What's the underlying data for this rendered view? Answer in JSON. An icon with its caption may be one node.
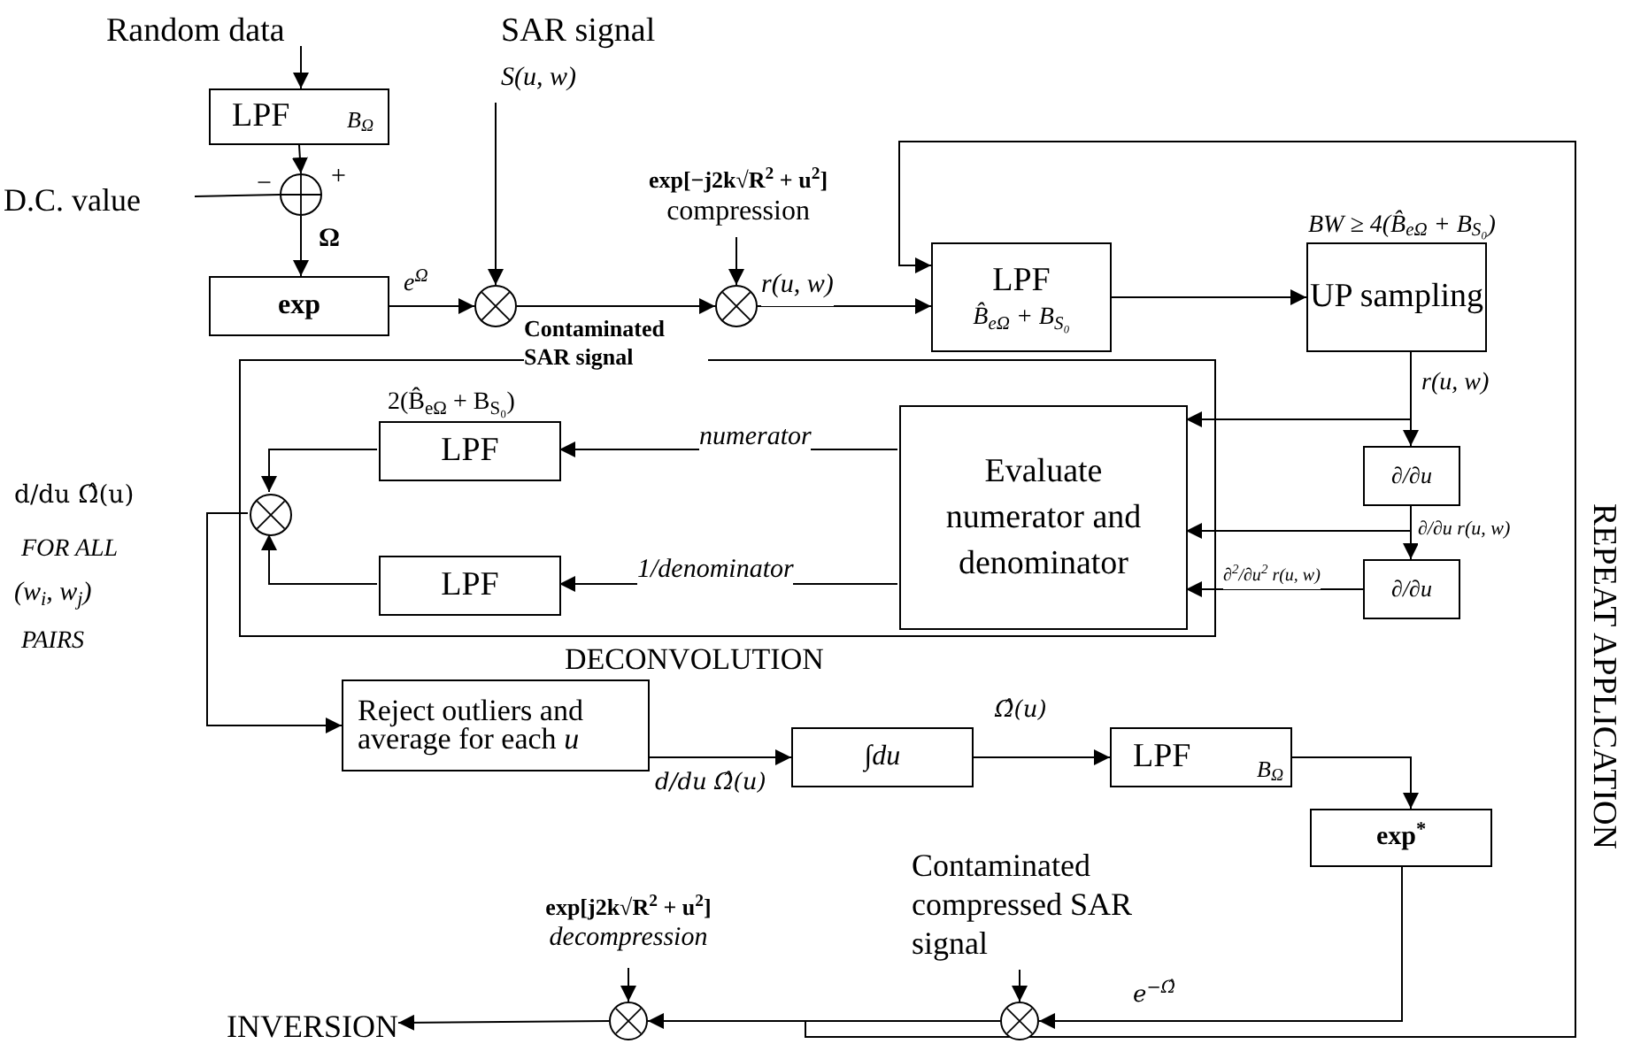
{
  "diagram": {
    "nodes": [
      {
        "text": [
          "Random data"
        ]
      },
      {
        "text": [
          "LPF",
          "B$_{Ω}$"
        ]
      },
      {
        "text": [],
        "shape": "circle",
        "beside": [
          "+",
          "−"
        ]
      },
      {
        "text": [
          "D.C. value"
        ]
      },
      {
        "text": [
          "exp"
        ]
      },
      {
        "text": [
          "SAR signal",
          "S(u, w)"
        ]
      },
      {
        "text": [],
        "shape": "circle"
      },
      {
        "text": [
          "exp[−j2k√R$^{2}$ + u$^{2}$]",
          "compression"
        ]
      },
      {
        "text": [],
        "shape": "circle"
      },
      {
        "text": [
          "LPF",
          "B̂$_{eΩ}$ + B$_{S₀}$"
        ]
      },
      {
        "text": [
          "UP sampling"
        ],
        "beside": [
          "BW ≥ 4(B̂$_{eΩ}$ + B$_{S₀}$)"
        ]
      },
      {
        "text": [
          "DECONVOLUTION"
        ]
      },
      {
        "text": [
          "LPF"
        ],
        "in": 11,
        "beside": [
          "2(B̂$_{eΩ}$ + B$_{S₀}$)"
        ]
      },
      {
        "text": [
          "LPF"
        ],
        "in": 11
      },
      {
        "text": [],
        "shape": "circle",
        "in": 11
      },
      {
        "text": [
          "Evaluate numerator and denominator"
        ],
        "in": 11
      },
      {
        "text": [
          "∂/∂u"
        ]
      },
      {
        "text": [
          "∂/∂u"
        ]
      },
      {
        "text": [
          "Reject outliers and average for each *u*"
        ]
      },
      {
        "text": [
          "∫du"
        ]
      },
      {
        "text": [
          "LPF",
          "B$_{Ω}$"
        ]
      },
      {
        "text": [
          "exp$^{*}$"
        ]
      },
      {
        "text": [
          "Contaminated compressed SAR signal"
        ]
      },
      {
        "text": [],
        "shape": "circle"
      },
      {
        "text": [
          "exp[j2k√R$^{2}$ + u$^{2}$]",
          "decompression"
        ]
      },
      {
        "text": [],
        "shape": "circle"
      },
      {
        "text": [
          "INVERSION"
        ]
      }
    ],
    "edges": [
      {
        "from": 0,
        "to": 1,
        "arrow": "to"
      },
      {
        "from": 1,
        "to": 2,
        "arrow": "to"
      },
      {
        "from": 3,
        "to": 2,
        "arrow": "none"
      },
      {
        "from": 2,
        "to": 4,
        "arrow": "to",
        "label": "Ω"
      },
      {
        "from": 4,
        "to": 6,
        "arrow": "to",
        "label": "e$^{Ω}$"
      },
      {
        "from": 5,
        "to": 6,
        "arrow": "to"
      },
      {
        "from": 6,
        "to": 8,
        "arrow": "to",
        "label": "Contaminated SAR signal"
      },
      {
        "from": 7,
        "to": 8,
        "arrow": "to"
      },
      {
        "from": 8,
        "to": 9,
        "arrow": "to",
        "label": "r(u, w)"
      },
      {
        "from": 23,
        "to": 9,
        "arrow": "to"
      },
      {
        "from": 9,
        "to": 10,
        "arrow": "to"
      },
      {
        "from": 10,
        "to": 16,
        "arrow": "to",
        "label": "r(u, w)"
      },
      {
        "from": 10,
        "to": 15,
        "arrow": "to"
      },
      {
        "from": 16,
        "to": 17,
        "arrow": "to",
        "label": "∂/∂u r(u, w)"
      },
      {
        "from": 16,
        "to": 15,
        "arrow": "to"
      },
      {
        "from": 17,
        "to": 15,
        "arrow": "to",
        "label": "∂$^{2}$/∂u$^{2}$ r(u, w)"
      },
      {
        "from": 15,
        "to": 12,
        "arrow": "to",
        "label": "numerator"
      },
      {
        "from": 15,
        "to": 13,
        "arrow": "to",
        "label": "1/denominator"
      },
      {
        "from": 12,
        "to": 14,
        "arrow": "to"
      },
      {
        "from": 13,
        "to": 14,
        "arrow": "to"
      },
      {
        "from": 14,
        "to": 18,
        "arrow": "to"
      },
      {
        "from": 18,
        "to": 19,
        "arrow": "to",
        "label": "d/du Ω̂(u)"
      },
      {
        "from": 19,
        "to": 20,
        "arrow": "to",
        "label": "Ω̂(u)"
      },
      {
        "from": 20,
        "to": 21,
        "arrow": "to"
      },
      {
        "from": 21,
        "to": 23,
        "arrow": "to",
        "label": "e$^{−Ω̂}$"
      },
      {
        "from": 22,
        "to": 23,
        "arrow": "to"
      },
      {
        "from": 24,
        "to": 25,
        "arrow": "to"
      },
      {
        "from": 23,
        "to": 25,
        "arrow": "to"
      },
      {
        "from": 25,
        "to": 26,
        "arrow": "to"
      }
    ],
    "labels": [
      "d/du Ω̂(u)",
      "FOR ALL",
      "(w$_{i}$, w$_{j}$)",
      "PAIRS",
      "REPEAT APPLICATION"
    ]
  }
}
